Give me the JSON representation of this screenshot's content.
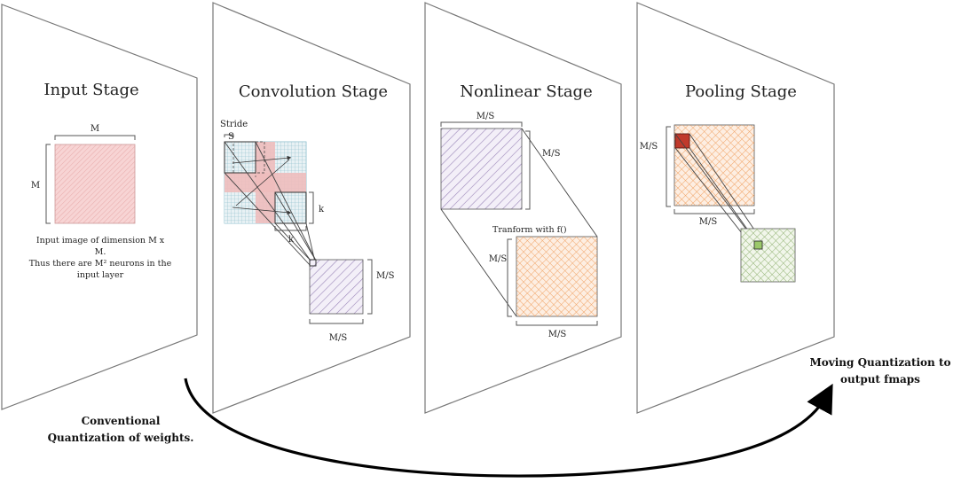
{
  "stages": {
    "input": {
      "title": "Input Stage",
      "dim_top": "M",
      "dim_left": "M",
      "caption_line1": "Input image of dimension M x",
      "caption_line2": "M.",
      "caption_line3": "Thus there are M² neurons in the",
      "caption_line4": "input layer"
    },
    "convolution": {
      "title": "Convolution Stage",
      "stride_label": "Stride",
      "stride_symbol": "S",
      "kernel_right": "k",
      "kernel_bottom": "k",
      "out_right": "M/S",
      "out_bottom": "M/S"
    },
    "nonlinear": {
      "title": "Nonlinear Stage",
      "top_label": "M/S",
      "right_label": "M/S",
      "transform_label": "Tranform with f()",
      "left_label": "M/S",
      "bottom_label": "M/S"
    },
    "pooling": {
      "title": "Pooling Stage",
      "left_label": "M/S",
      "bottom_label": "M/S"
    }
  },
  "annotations": {
    "conventional_line1": "Conventional",
    "conventional_line2": "Quantization of weights.",
    "moving_line1": "Moving Quantization to",
    "moving_line2": "output fmaps"
  },
  "colors": {
    "input_fill": "#f7d4d4",
    "input_hatch": "#e8a9a9",
    "purple_hatch": "#9a86b8",
    "purple_bg": "#f3eff8",
    "orange_hatch": "#f0a060",
    "orange_bg": "#fdeee2",
    "green_hatch": "#8fb070",
    "green_bg": "#f1f6ea",
    "grid_blue": "#7fb8c8",
    "grid_bg": "#e6f4f7",
    "pink_band": "#eebcbc",
    "pool_red": "#c0392b",
    "pool_green": "#9bc86a"
  }
}
